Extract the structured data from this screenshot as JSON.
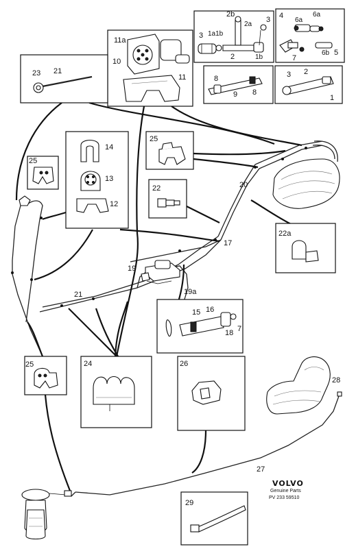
{
  "labels": {
    "n2b": "2b",
    "n1a1b": "1a1b",
    "n2a": "2a",
    "n3_top": "3",
    "n3_top_l": "3",
    "n2_top": "2",
    "n1b_top": "1b",
    "n4": "4",
    "n6a_1": "6a",
    "n6a_2": "6a",
    "n7_top": "7",
    "n6b": "6b",
    "n5": "5",
    "n11a": "11a",
    "n10": "10",
    "n11": "11",
    "n23": "23",
    "n21_top": "21",
    "n8_a": "8",
    "n9": "9",
    "n8_b": "8",
    "n3_pipe": "3",
    "n2_pipe": "2",
    "n1": "1",
    "n25_top": "25",
    "n14": "14",
    "n13": "13",
    "n12": "12",
    "n25_mid": "25",
    "n22": "22",
    "n20": "20",
    "n22a": "22a",
    "n17": "17",
    "n19": "19",
    "n19a": "19a",
    "n21_mid": "21",
    "n15": "15",
    "n16": "16",
    "n18": "18",
    "n7_mid": "7",
    "n25_bot": "25",
    "n24": "24",
    "n26": "26",
    "n28": "28",
    "n27": "27",
    "n29": "29"
  },
  "brand": {
    "name": "VOLVO",
    "subtitle": "Genuine Parts",
    "code": "PV 233 59510"
  }
}
